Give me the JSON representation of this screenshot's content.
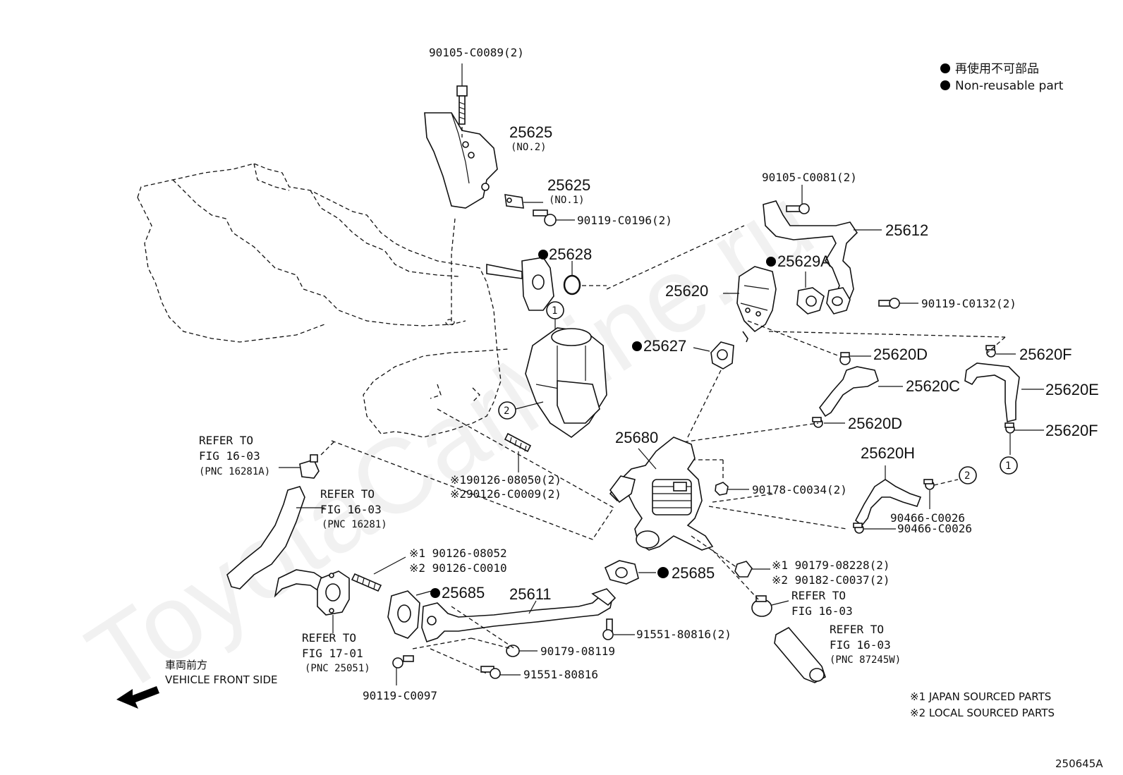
{
  "watermark": "ToyotaCarMine.ru",
  "legend": {
    "jp": "再使用不可部品",
    "en": "Non-reusable part"
  },
  "parts": {
    "p1": "90105-C0089(2)",
    "p2": "25625",
    "p2s": "(NO.2)",
    "p3": "25625",
    "p3s": "(NO.1)",
    "p4": "90119-C0196(2)",
    "p5": "25628",
    "p6": "90105-C0081(2)",
    "p7": "25612",
    "p8": "25629A",
    "p9": "25620",
    "p10": "90119-C0132(2)",
    "p11": "25627",
    "p12": "25620D",
    "p13": "25620C",
    "p14": "25620F",
    "p15": "25620E",
    "p16": "25620D",
    "p17": "25620F",
    "p18": "25680",
    "p19": "25620H",
    "p20": "90178-C0034(2)",
    "p21a": "※190126-08050(2)",
    "p21b": "※290126-C0009(2)",
    "p22": "90466-C0026",
    "p23": "90466-C0026",
    "p24a": "※1 90126-08052",
    "p24b": "※2 90126-C0010",
    "p25": "25685",
    "p26": "25611",
    "p27": "25685",
    "p28a": "※1 90179-08228(2)",
    "p28b": "※2 90182-C0037(2)",
    "p29": "91551-80816(2)",
    "p30": "90179-08119",
    "p31": "91551-80816",
    "p32": "90119-C0097"
  },
  "refs": {
    "r1": [
      "REFER TO",
      "FIG 16-03",
      "(PNC 16281A)"
    ],
    "r2": [
      "REFER TO",
      "FIG 16-03",
      "(PNC 16281)"
    ],
    "r3": [
      "REFER TO",
      "FIG 17-01",
      "(PNC 25051)"
    ],
    "r4": [
      "REFER TO",
      "FIG 16-03"
    ],
    "r5": [
      "REFER TO",
      "FIG 16-03",
      "(PNC 87245W)"
    ]
  },
  "callouts": {
    "c1": "1",
    "c2": "2"
  },
  "front": {
    "jp": "車両前方",
    "en": "VEHICLE FRONT SIDE"
  },
  "notes": {
    "n1": "※1 JAPAN SOURCED PARTS",
    "n2": "※2 LOCAL SOURCED PARTS"
  },
  "figure_id": "250645A"
}
